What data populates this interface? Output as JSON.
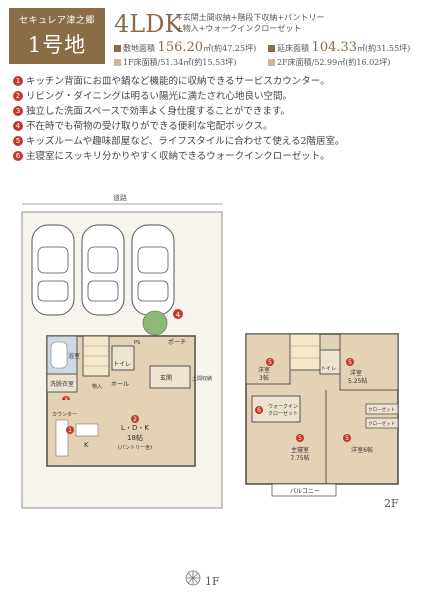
{
  "header": {
    "series": "セキュレア津之郷",
    "lot": "1号地",
    "plan_type": "4LDK",
    "extras_line1": "+玄関土間収納+階段下収納+パントリー",
    "extras_line2": "+物入+ウォークインクローゼット",
    "site_area_label": "敷地面積",
    "site_area_value": "156.20",
    "site_area_unit": "㎡(約47.25坪)",
    "floor_area_label": "延床面積",
    "floor_area_value": "104.33",
    "floor_area_unit": "㎡(約31.55坪)",
    "f1_label": "1F床面積",
    "f1_value": "/51.34㎡(約15.53坪)",
    "f2_label": "2F床面積",
    "f2_value": "/52.99㎡(約16.02坪)"
  },
  "features": [
    {
      "num": "1",
      "text": "キッチン背面にお皿や鍋など機能的に収納できるサービスカウンター。"
    },
    {
      "num": "2",
      "text": "リビング・ダイニングは明るい陽光に満たされ心地良い空間。"
    },
    {
      "num": "3",
      "text": "独立した洗面スペースで効率よく身仕度することができます。"
    },
    {
      "num": "4",
      "text": "不在時でも荷物の受け取りができる便利な宅配ボックス。"
    },
    {
      "num": "5",
      "text": "キッズルームや趣味部屋など、ライフスタイルに合わせて使える2階居室。"
    },
    {
      "num": "6",
      "text": "主寝室にスッキリ分かりやすく収納できるウォークインクローゼット。"
    }
  ],
  "plan1f": {
    "road": "道路",
    "porch": "ポーチ",
    "bath": "浴室",
    "washroom": "洗",
    "dressing": "脱衣室",
    "toilet": "トイレ",
    "storage": "物入",
    "pantry": "PS",
    "hall": "ホール",
    "entrance": "玄関",
    "shoe": "土間収納",
    "ldk_line1": "L・D・K",
    "ldk_line2": "18帖",
    "ldk_line3": "(パントリー含)",
    "kitchen": "K",
    "counter": "カウンター",
    "floor_label": "1F"
  },
  "plan2f": {
    "room1_name": "洋室",
    "room1_size": "3帖",
    "room2_name": "洋室",
    "room2_size": "5.25帖",
    "toilet": "トイレ",
    "wic": "ウォークイン\nクローゼット",
    "wic_line1": "ウォークイン",
    "wic_line2": "クローゼット",
    "master_name": "主寝室",
    "master_size": "7.75帖",
    "room3_name": "洋室6帖",
    "closet1": "クローゼット",
    "closet2": "クローゼット",
    "balcony": "バルコニー",
    "floor_label": "2F"
  },
  "colors": {
    "brand": "#8a6d46",
    "badge_red": "#c2392b",
    "wood_floor": "#e3d2b4",
    "tile": "#ede3cf",
    "wet": "#cfd9e3"
  }
}
